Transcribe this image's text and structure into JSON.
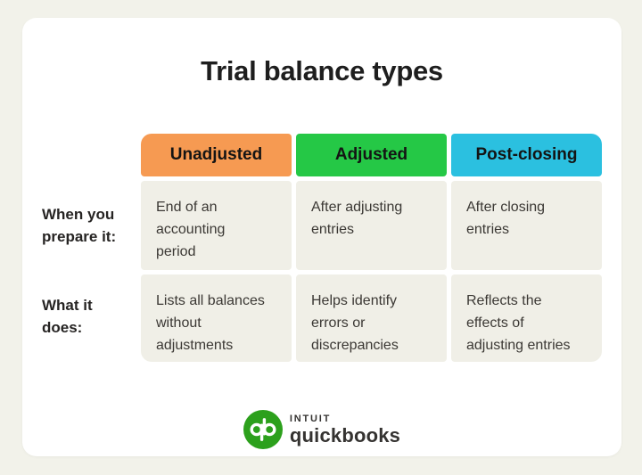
{
  "page": {
    "background_color": "#f2f2ea",
    "card_color": "#ffffff",
    "cell_color": "#f0efe7"
  },
  "title": "Trial balance types",
  "table": {
    "columns": [
      {
        "label": "Unadjusted",
        "color": "#f69a52"
      },
      {
        "label": "Adjusted",
        "color": "#25c846"
      },
      {
        "label": "Post-closing",
        "color": "#2bc0e0"
      }
    ],
    "row_labels": [
      "When you\nprepare it:",
      "What it\ndoes:"
    ],
    "rows": [
      [
        "End of an\naccounting\nperiod",
        "After adjusting\nentries",
        "After closing\nentries"
      ],
      [
        "Lists all balances\nwithout\nadjustments",
        "Helps identify\nerrors or\ndiscrepancies",
        "Reflects the\neffects of\nadjusting entries"
      ]
    ]
  },
  "footer": {
    "brand_top": "INTUIT",
    "brand_bottom": "quickbooks",
    "logo_color": "#2ca01c",
    "logo_glyph_color": "#ffffff"
  }
}
